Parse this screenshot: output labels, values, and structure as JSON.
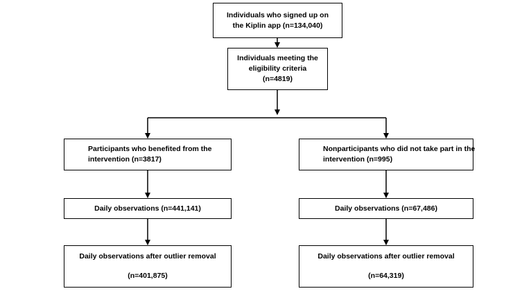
{
  "flowchart": {
    "signed_up": [
      "Individuals who signed up on",
      "the Kiplin app (n=134,040)"
    ],
    "eligible": [
      "Individuals meeting the",
      "eligibility criteria",
      "(n=4819)"
    ],
    "participants": [
      "Participants who benefited from the",
      "intervention (n=3817)"
    ],
    "nonparticipants": [
      "Nonparticipants who did not take part in the",
      "intervention (n=995)"
    ],
    "participants_daily": "Daily observations (n=441,141)",
    "nonparticipants_daily": "Daily observations (n=67,486)",
    "participants_clean": [
      "Daily observations after outlier removal",
      "(n=401,875)"
    ],
    "nonparticipants_clean": [
      "Daily observations after outlier removal",
      "(n=64,319)"
    ]
  }
}
